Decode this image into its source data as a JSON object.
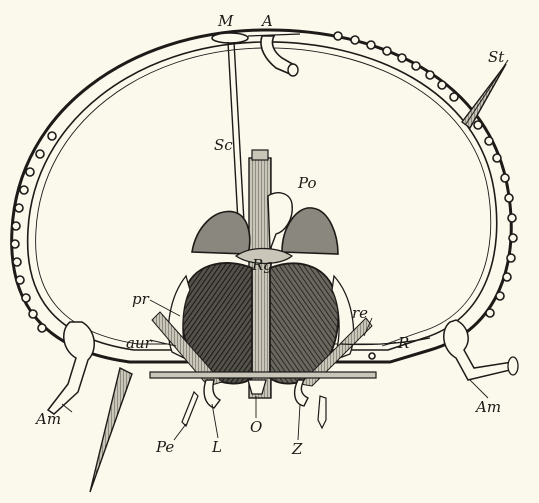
{
  "labels": {
    "M": "M",
    "A": "A",
    "St": "St",
    "Sc": "Sc",
    "Po": "Po",
    "Rg": "Rg",
    "pr": "pr",
    "re": "re",
    "aur": "aur",
    "R": "R",
    "Am_left": "Am",
    "Am_right": "Am",
    "Pe": "Pe",
    "L": "L",
    "O": "O",
    "Z": "Z"
  },
  "colors": {
    "ink": "#1c1b18",
    "paper": "#fbf8ec",
    "dark_fill": "#3a3833",
    "mid_fill": "#8a877e"
  }
}
